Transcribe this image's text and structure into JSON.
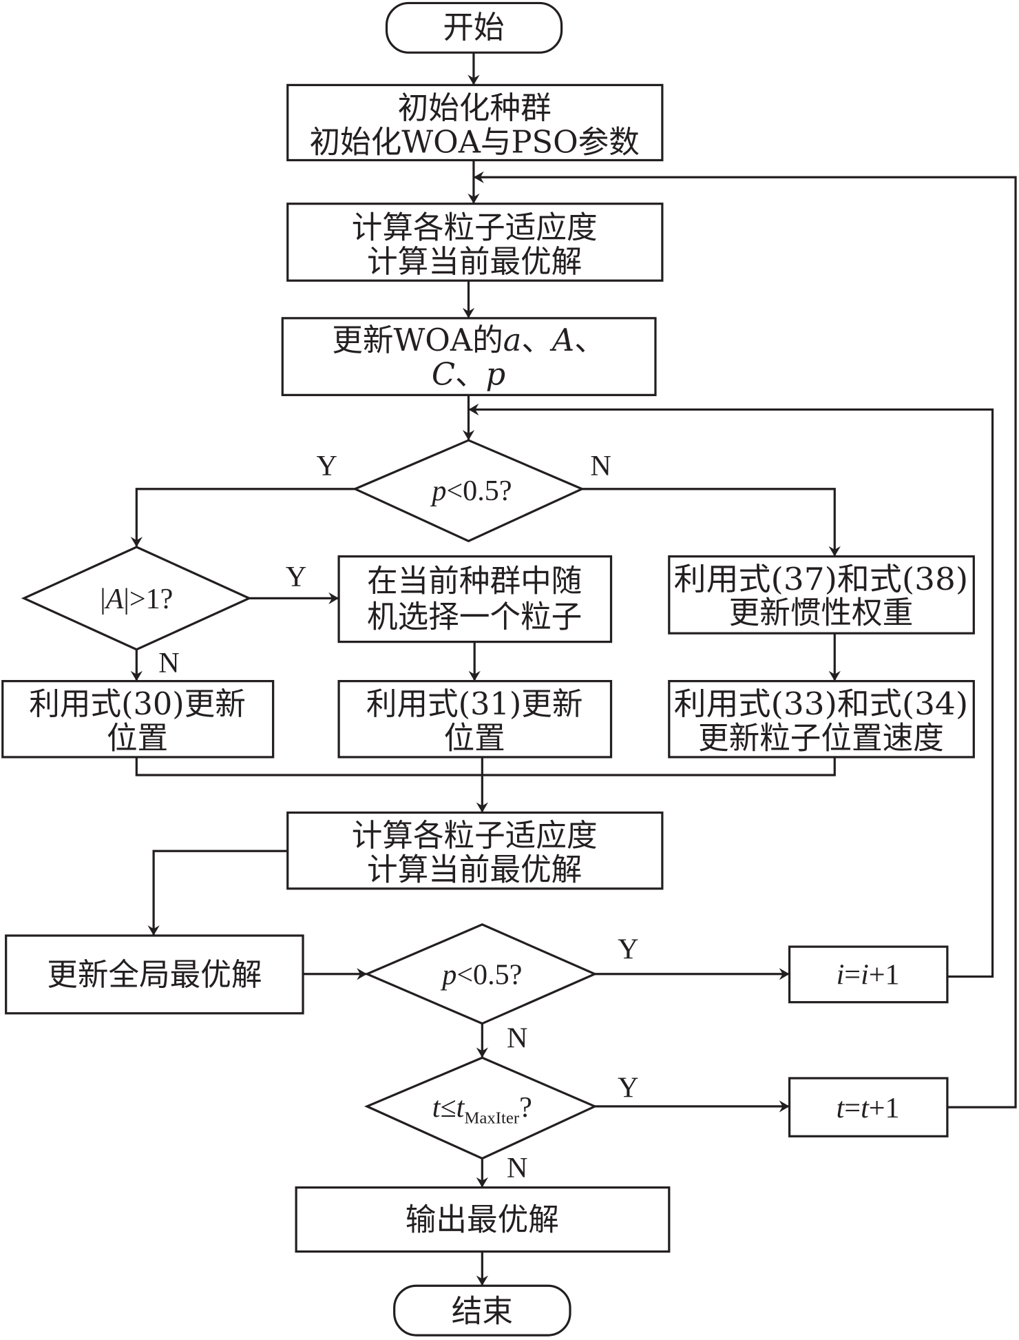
{
  "diagram": {
    "type": "flowchart",
    "nodes": {
      "start": {
        "label": "开始",
        "shape": "terminal"
      },
      "init": {
        "lines": [
          "初始化种群",
          "初始化WOA与PSO参数"
        ],
        "shape": "process"
      },
      "fitness1": {
        "lines": [
          "计算各粒子适应度",
          "计算当前最优解"
        ],
        "shape": "process"
      },
      "update_woa": {
        "line1_prefix": "更新WOA的",
        "line1_vars": [
          "a",
          "A"
        ],
        "line2_vars": [
          "C",
          "p"
        ],
        "separator": "、",
        "shape": "process"
      },
      "decision_p1": {
        "var": "p",
        "condition": "<0.5?",
        "shape": "decision"
      },
      "decision_a": {
        "prefix": "|",
        "var": "A",
        "condition": "|>1?",
        "shape": "decision"
      },
      "random_select": {
        "lines": [
          "在当前种群中随",
          "机选择一个粒子"
        ],
        "shape": "process"
      },
      "inertia": {
        "lines": [
          "利用式(37)和式(38)",
          "更新惯性权重"
        ],
        "shape": "process"
      },
      "update30": {
        "lines": [
          "利用式(30)更新",
          "位置"
        ],
        "shape": "process"
      },
      "update31": {
        "lines": [
          "利用式(31)更新",
          "位置"
        ],
        "shape": "process"
      },
      "update3334": {
        "lines": [
          "利用式(33)和式(34)",
          "更新粒子位置速度"
        ],
        "shape": "process"
      },
      "fitness2": {
        "lines": [
          "计算各粒子适应度",
          "计算当前最优解"
        ],
        "shape": "process"
      },
      "global_best": {
        "label": "更新全局最优解",
        "shape": "process"
      },
      "decision_p2": {
        "var": "p",
        "condition": "<0.5?",
        "shape": "decision"
      },
      "increment_i": {
        "var": "i",
        "eq": "=",
        "var2": "i",
        "rest": "+1",
        "shape": "process"
      },
      "decision_t": {
        "var": "t",
        "op": "≤",
        "var2": "t",
        "subscript": "MaxIter",
        "rest": "?",
        "shape": "decision"
      },
      "increment_t": {
        "var": "t",
        "eq": "=",
        "var2": "t",
        "rest": "+1",
        "shape": "process"
      },
      "output": {
        "label": "输出最优解",
        "shape": "process"
      },
      "end": {
        "label": "结束",
        "shape": "terminal"
      }
    },
    "edge_labels": {
      "p1_yes": "Y",
      "p1_no": "N",
      "a_yes": "Y",
      "a_no": "N",
      "p2_yes": "Y",
      "p2_no": "N",
      "t_yes": "Y",
      "t_no": "N"
    },
    "edges": [
      [
        "start",
        "init"
      ],
      [
        "init",
        "fitness1"
      ],
      [
        "fitness1",
        "update_woa"
      ],
      [
        "update_woa",
        "decision_p1"
      ],
      [
        "decision_p1",
        "decision_a",
        "Y"
      ],
      [
        "decision_p1",
        "inertia",
        "N"
      ],
      [
        "decision_a",
        "random_select",
        "Y"
      ],
      [
        "decision_a",
        "update30",
        "N"
      ],
      [
        "random_select",
        "update31"
      ],
      [
        "inertia",
        "update3334"
      ],
      [
        "update30",
        "fitness2"
      ],
      [
        "update31",
        "fitness2"
      ],
      [
        "update3334",
        "fitness2"
      ],
      [
        "fitness2",
        "global_best"
      ],
      [
        "global_best",
        "decision_p2"
      ],
      [
        "decision_p2",
        "increment_i",
        "Y"
      ],
      [
        "decision_p2",
        "decision_t",
        "N"
      ],
      [
        "increment_i",
        "decision_p1"
      ],
      [
        "decision_t",
        "increment_t",
        "Y"
      ],
      [
        "decision_t",
        "output",
        "N"
      ],
      [
        "increment_t",
        "fitness1"
      ],
      [
        "output",
        "end"
      ]
    ]
  }
}
